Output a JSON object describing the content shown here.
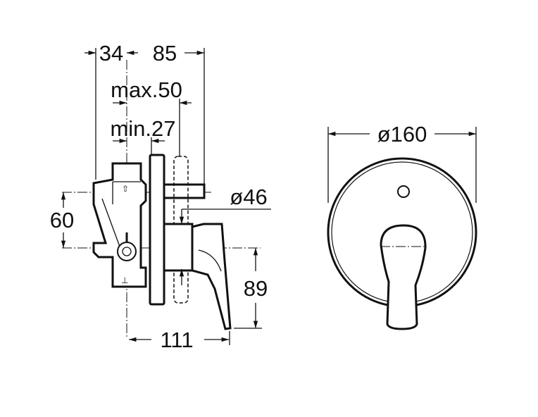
{
  "side_view": {
    "dims": {
      "depth_34": "34",
      "depth_85": "85",
      "max_50": "max.50",
      "min_27": "min.27",
      "diameter_46": "ø46",
      "height_60": "60",
      "height_89": "89",
      "length_111": "111"
    }
  },
  "front_view": {
    "dims": {
      "diameter_160": "ø160"
    }
  }
}
